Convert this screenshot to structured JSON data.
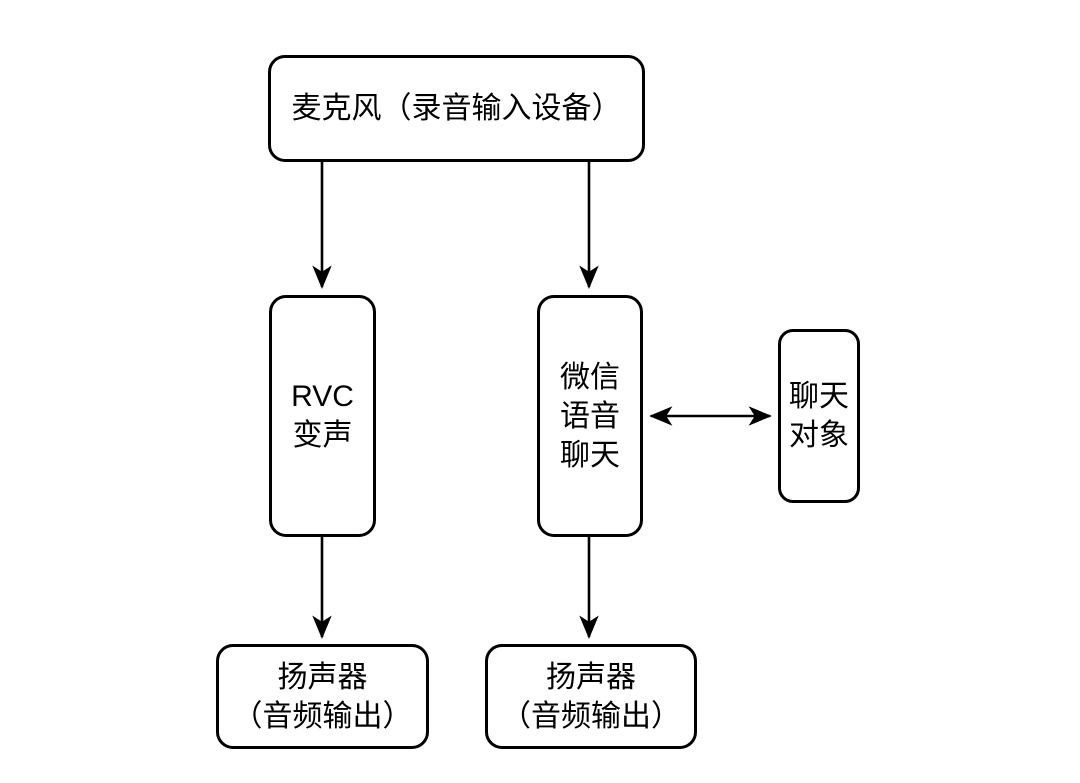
{
  "canvas": {
    "background_color": "#ffffff",
    "stroke_color": "#000000",
    "text_color": "#000000"
  },
  "nodes": {
    "microphone": {
      "lines": [
        "麦克风（录音输入设备）"
      ]
    },
    "rvc_voice_change": {
      "lines": [
        "RVC",
        "变声"
      ]
    },
    "wechat_voice_chat": {
      "lines": [
        "微信",
        "语音",
        "聊天"
      ]
    },
    "chat_partner": {
      "lines": [
        "聊天",
        "对象"
      ]
    },
    "speaker_left": {
      "lines": [
        "扬声器",
        "（音频输出）"
      ]
    },
    "speaker_right": {
      "lines": [
        "扬声器",
        "（音频输出）"
      ]
    }
  },
  "edges": [
    {
      "from": "microphone",
      "to": "rvc_voice_change",
      "arrow": "single",
      "direction": "down"
    },
    {
      "from": "microphone",
      "to": "wechat_voice_chat",
      "arrow": "single",
      "direction": "down"
    },
    {
      "from": "rvc_voice_change",
      "to": "speaker_left",
      "arrow": "single",
      "direction": "down"
    },
    {
      "from": "wechat_voice_chat",
      "to": "speaker_right",
      "arrow": "single",
      "direction": "down"
    },
    {
      "from": "wechat_voice_chat",
      "to": "chat_partner",
      "arrow": "double",
      "direction": "horizontal"
    }
  ]
}
